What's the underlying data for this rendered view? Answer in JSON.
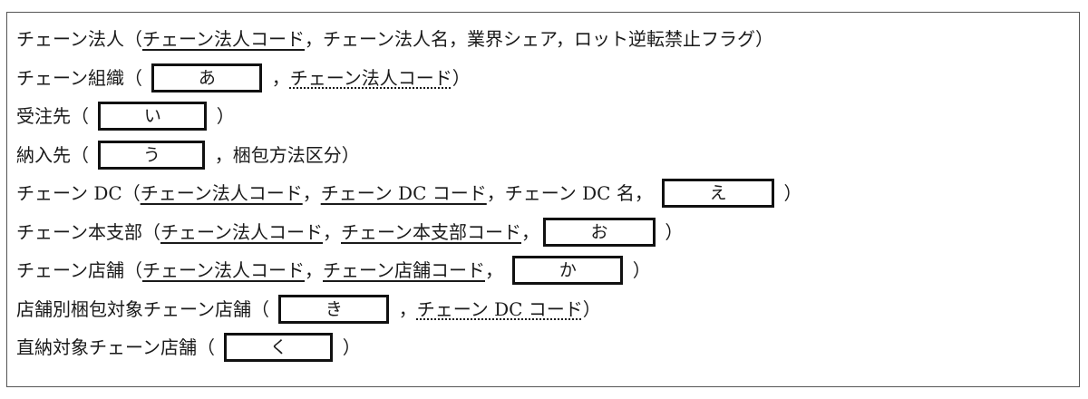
{
  "lines": [
    {
      "name": "chain-corporation",
      "segments": [
        {
          "t": "チェーン法人（"
        },
        {
          "t": "チェーン法人コード",
          "style": "u"
        },
        {
          "t": "，チェーン法人名，業界シェア，ロット逆転禁止フラグ）"
        }
      ]
    },
    {
      "name": "chain-organization",
      "segments": [
        {
          "t": "チェーン組織（ "
        },
        {
          "box": "あ",
          "w": 122
        },
        {
          "t": " ，"
        },
        {
          "t": "チェーン法人コード",
          "style": "du"
        },
        {
          "t": "）"
        }
      ]
    },
    {
      "name": "order-recipient",
      "segments": [
        {
          "t": "受注先（ "
        },
        {
          "box": "い",
          "w": 120
        },
        {
          "t": " ）"
        }
      ]
    },
    {
      "name": "delivery-destination",
      "segments": [
        {
          "t": "納入先（ "
        },
        {
          "box": "う",
          "w": 118
        },
        {
          "t": " ，梱包方法区分）"
        }
      ]
    },
    {
      "name": "chain-dc",
      "segments": [
        {
          "t": "チェーン DC（"
        },
        {
          "t": "チェーン法人コード",
          "style": "u"
        },
        {
          "t": "，"
        },
        {
          "t": "チェーン DC コード",
          "style": "u"
        },
        {
          "t": "，チェーン DC 名， "
        },
        {
          "box": "え",
          "w": 124
        },
        {
          "t": " ）"
        }
      ]
    },
    {
      "name": "chain-headquarters",
      "segments": [
        {
          "t": "チェーン本支部（"
        },
        {
          "t": "チェーン法人コード",
          "style": "u"
        },
        {
          "t": "，"
        },
        {
          "t": "チェーン本支部コード",
          "style": "u"
        },
        {
          "t": "，"
        },
        {
          "box": "お",
          "w": 124
        },
        {
          "t": " ）"
        }
      ]
    },
    {
      "name": "chain-store",
      "segments": [
        {
          "t": "チェーン店舗（"
        },
        {
          "t": "チェーン法人コード",
          "style": "u"
        },
        {
          "t": "，"
        },
        {
          "t": "チェーン店舗コード",
          "style": "u"
        },
        {
          "t": "， "
        },
        {
          "box": "か",
          "w": 122
        },
        {
          "t": " ）"
        }
      ]
    },
    {
      "name": "store-packing-target",
      "segments": [
        {
          "t": "店舗別梱包対象チェーン店舗（ "
        },
        {
          "box": "き",
          "w": 122
        },
        {
          "t": " ，"
        },
        {
          "t": "チェーン DC コード",
          "style": "du"
        },
        {
          "t": "）"
        }
      ]
    },
    {
      "name": "direct-delivery-store",
      "segments": [
        {
          "t": "直納対象チェーン店舗（ "
        },
        {
          "box": "く",
          "w": 120
        },
        {
          "t": " ）"
        }
      ]
    }
  ]
}
